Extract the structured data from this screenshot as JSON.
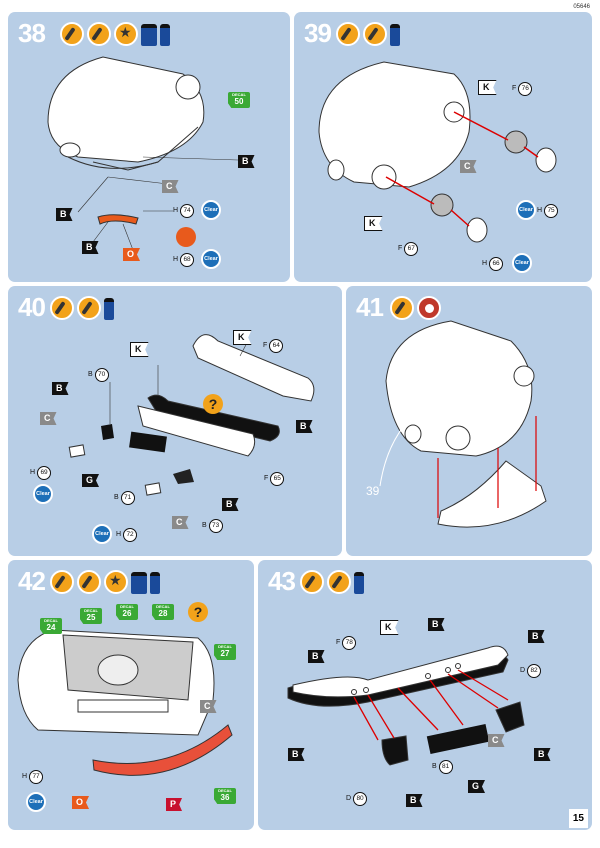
{
  "doc_code": "05646",
  "page_number": "15",
  "steps": {
    "s38": {
      "num": "38",
      "flags": {
        "b1": "B",
        "b2": "B",
        "b3": "B",
        "c": "C",
        "o": "O"
      },
      "parts": {
        "h74": "74",
        "h68": "68"
      },
      "decal": {
        "label": "DECAL",
        "num": "50"
      },
      "clear": "Clear",
      "part_prefix": "H"
    },
    "s39": {
      "num": "39",
      "flags": {
        "k1": "K",
        "k2": "K",
        "c": "C"
      },
      "parts": {
        "f76": "76",
        "f67": "67",
        "h75": "75",
        "h66": "66"
      },
      "clear": "Clear"
    },
    "s40": {
      "num": "40",
      "flags": {
        "k1": "K",
        "k2": "K",
        "b1": "B",
        "b2": "B",
        "b3": "B",
        "c1": "C",
        "c2": "C",
        "g": "G"
      },
      "parts": {
        "f64": "64",
        "b70": "70",
        "h69": "69",
        "b71": "71",
        "h72": "72",
        "b73": "73",
        "f65": "65"
      },
      "clear": "Clear",
      "q": "?"
    },
    "s41": {
      "num": "41",
      "ref": "39"
    },
    "s42": {
      "num": "42",
      "decals": [
        {
          "label": "DECAL",
          "num": "24"
        },
        {
          "label": "DECAL",
          "num": "25"
        },
        {
          "label": "DECAL",
          "num": "26"
        },
        {
          "label": "DECAL",
          "num": "28"
        },
        {
          "label": "DECAL",
          "num": "27"
        },
        {
          "label": "DECAL",
          "num": "36"
        }
      ],
      "flags": {
        "c": "C",
        "o": "O",
        "p": "P"
      },
      "parts": {
        "h77": "77"
      },
      "clear": "Clear",
      "q": "?"
    },
    "s43": {
      "num": "43",
      "flags": {
        "k": "K",
        "b1": "B",
        "b2": "B",
        "b3": "B",
        "b4": "B",
        "b5": "B",
        "b6": "B",
        "c": "C",
        "g": "G"
      },
      "parts": {
        "f78": "78",
        "d82": "82",
        "d80": "80",
        "b81": "81"
      }
    }
  },
  "colors": {
    "panel_bg": "#b8cee6",
    "accent": "#f2a21a",
    "black_flag": "#111111",
    "grey_flag": "#8a8a8a",
    "orange": "#e85a1c",
    "red": "#c8102e",
    "decal_green": "#3aa935",
    "clear_blue": "#1d6fb8"
  },
  "icons": [
    "paint-brush-icon",
    "glue-icon",
    "star-icon",
    "decal-bottle-icon",
    "clock-icon",
    "question-icon"
  ]
}
